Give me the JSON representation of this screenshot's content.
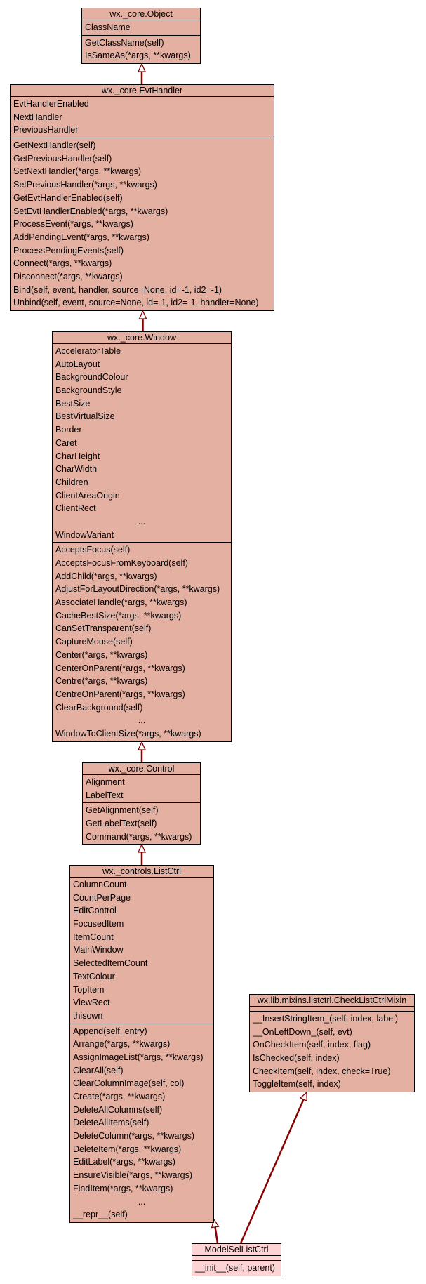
{
  "diagram": {
    "colors": {
      "class_fill": "#e3b0a2",
      "leaf_fill": "#fdd3d3",
      "edge": "#8b0000",
      "border": "#000000"
    },
    "classes": {
      "object": {
        "name": "wx._core.Object",
        "attributes": [
          "ClassName"
        ],
        "methods": [
          "GetClassName(self)",
          "IsSameAs(*args, **kwargs)"
        ]
      },
      "evthandler": {
        "name": "wx._core.EvtHandler",
        "attributes": [
          "EvtHandlerEnabled",
          "NextHandler",
          "PreviousHandler"
        ],
        "methods": [
          "GetNextHandler(self)",
          "GetPreviousHandler(self)",
          "SetNextHandler(*args, **kwargs)",
          "SetPreviousHandler(*args, **kwargs)",
          "GetEvtHandlerEnabled(self)",
          "SetEvtHandlerEnabled(*args, **kwargs)",
          "ProcessEvent(*args, **kwargs)",
          "AddPendingEvent(*args, **kwargs)",
          "ProcessPendingEvents(self)",
          "Connect(*args, **kwargs)",
          "Disconnect(*args, **kwargs)",
          "Bind(self, event, handler, source=None, id=-1, id2=-1)",
          "Unbind(self, event, source=None, id=-1, id2=-1, handler=None)"
        ]
      },
      "window": {
        "name": "wx._core.Window",
        "attributes": [
          "AcceleratorTable",
          "AutoLayout",
          "BackgroundColour",
          "BackgroundStyle",
          "BestSize",
          "BestVirtualSize",
          "Border",
          "Caret",
          "CharHeight",
          "CharWidth",
          "Children",
          "ClientAreaOrigin",
          "ClientRect",
          "...",
          "WindowVariant"
        ],
        "methods": [
          "AcceptsFocus(self)",
          "AcceptsFocusFromKeyboard(self)",
          "AddChild(*args, **kwargs)",
          "AdjustForLayoutDirection(*args, **kwargs)",
          "AssociateHandle(*args, **kwargs)",
          "CacheBestSize(*args, **kwargs)",
          "CanSetTransparent(self)",
          "CaptureMouse(self)",
          "Center(*args, **kwargs)",
          "CenterOnParent(*args, **kwargs)",
          "Centre(*args, **kwargs)",
          "CentreOnParent(*args, **kwargs)",
          "ClearBackground(self)",
          "...",
          "WindowToClientSize(*args, **kwargs)"
        ]
      },
      "control": {
        "name": "wx._core.Control",
        "attributes": [
          "Alignment",
          "LabelText"
        ],
        "methods": [
          "GetAlignment(self)",
          "GetLabelText(self)",
          "Command(*args, **kwargs)"
        ]
      },
      "listctrl": {
        "name": "wx._controls.ListCtrl",
        "attributes": [
          "ColumnCount",
          "CountPerPage",
          "EditControl",
          "FocusedItem",
          "ItemCount",
          "MainWindow",
          "SelectedItemCount",
          "TextColour",
          "TopItem",
          "ViewRect",
          "thisown"
        ],
        "methods": [
          "Append(self, entry)",
          "Arrange(*args, **kwargs)",
          "AssignImageList(*args, **kwargs)",
          "ClearAll(self)",
          "ClearColumnImage(self, col)",
          "Create(*args, **kwargs)",
          "DeleteAllColumns(self)",
          "DeleteAllItems(self)",
          "DeleteColumn(*args, **kwargs)",
          "DeleteItem(*args, **kwargs)",
          "EditLabel(*args, **kwargs)",
          "EnsureVisible(*args, **kwargs)",
          "FindItem(*args, **kwargs)",
          "...",
          "__repr__(self)"
        ]
      },
      "mixin": {
        "name": "wx.lib.mixins.listctrl.CheckListCtrlMixin",
        "attributes": [],
        "methods": [
          "__InsertStringItem_(self, index, label)",
          "__OnLeftDown_(self, evt)",
          "OnCheckItem(self, index, flag)",
          "IsChecked(self, index)",
          "CheckItem(self, index, check=True)",
          "ToggleItem(self, index)"
        ]
      },
      "modelsel": {
        "name": "ModelSelListCtrl",
        "attributes": [],
        "methods": [
          "__init__(self, parent)"
        ]
      }
    },
    "inheritance": [
      {
        "child": "evthandler",
        "parent": "object"
      },
      {
        "child": "window",
        "parent": "evthandler"
      },
      {
        "child": "control",
        "parent": "window"
      },
      {
        "child": "listctrl",
        "parent": "control"
      },
      {
        "child": "modelsel",
        "parent": "listctrl"
      },
      {
        "child": "modelsel",
        "parent": "mixin"
      }
    ]
  }
}
